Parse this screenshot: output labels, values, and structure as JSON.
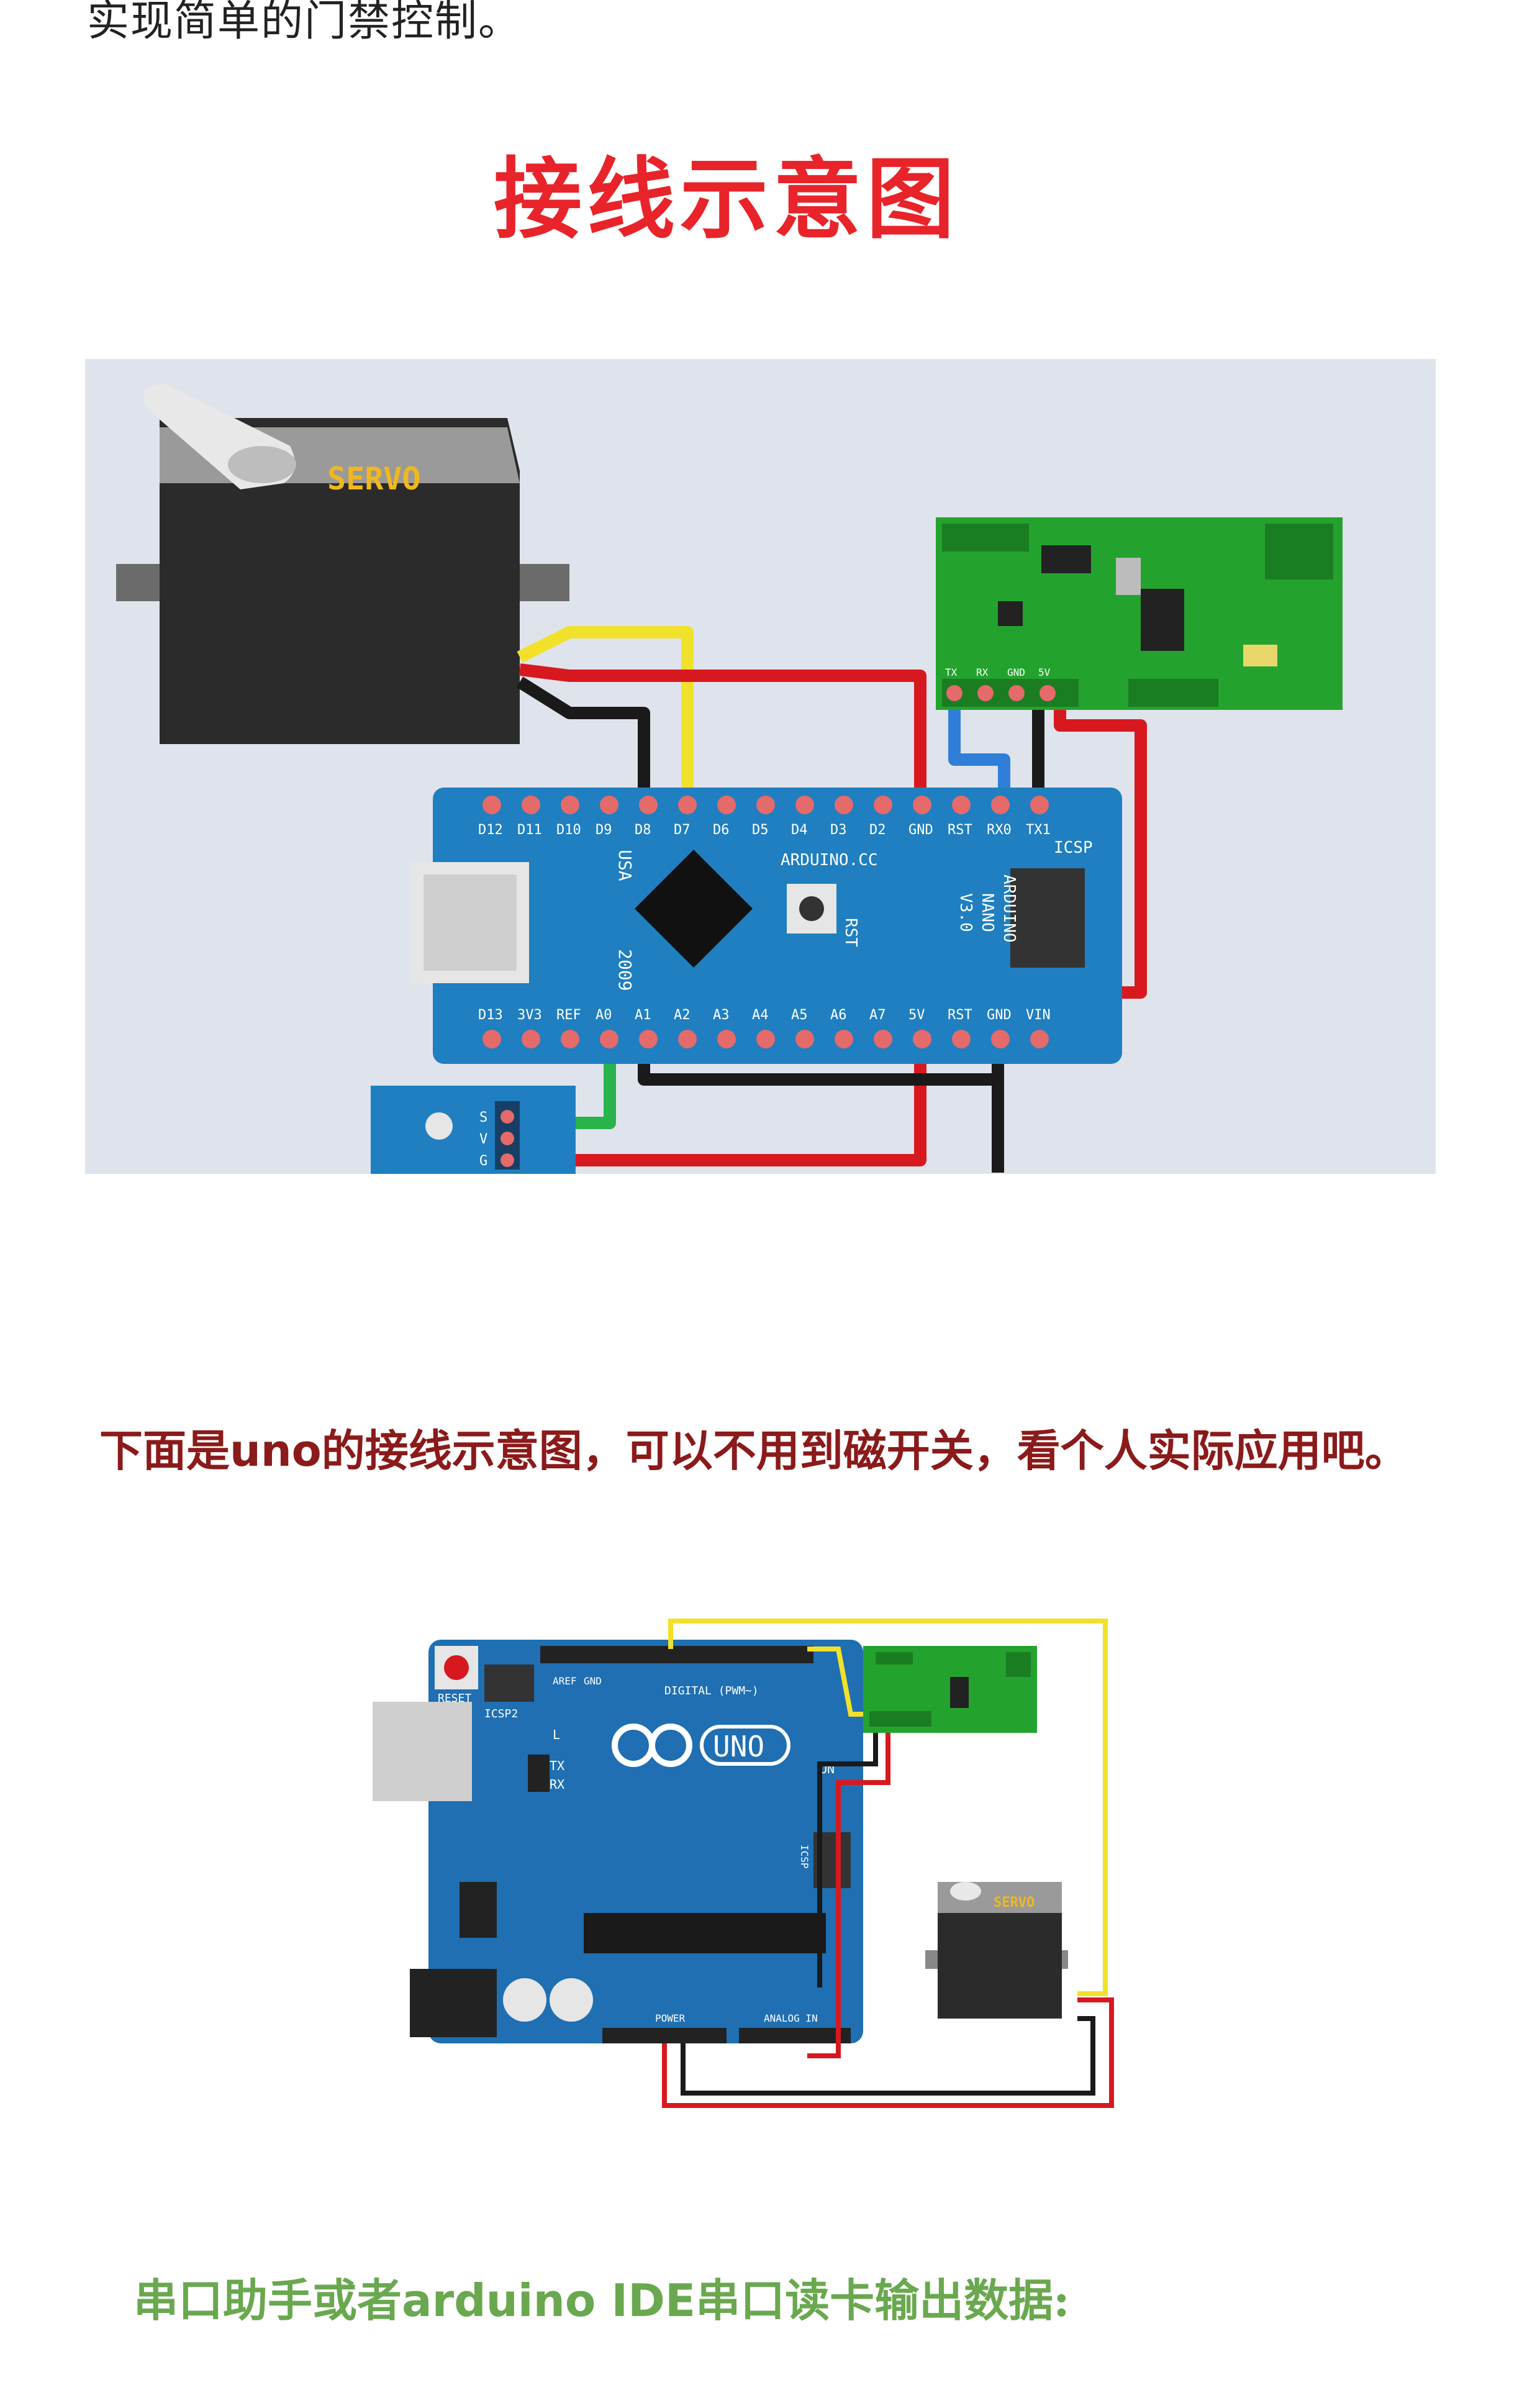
{
  "intro_text": "实现简单的门禁控制。",
  "title": "接线示意图",
  "figure1": {
    "servo_label": "SERVO",
    "board_name": "ARDUINO.CC",
    "board_model": [
      "ARDUINO",
      "NANO",
      "V3.0"
    ],
    "usa_label": "USA",
    "year_label": "2009",
    "rst_label": "RST",
    "icsp_label": "ICSP",
    "top_pins": [
      "D12",
      "D11",
      "D10",
      "D9",
      "D8",
      "D7",
      "D6",
      "D5",
      "D4",
      "D3",
      "D2",
      "GND",
      "RST",
      "RX0",
      "TX1"
    ],
    "bottom_pins": [
      "D13",
      "3V3",
      "REF",
      "A0",
      "A1",
      "A2",
      "A3",
      "A4",
      "A5",
      "A6",
      "A7",
      "5V",
      "RST",
      "GND",
      "VIN"
    ],
    "rfid_pins": [
      "TX",
      "RX",
      "GND",
      "5V"
    ],
    "sensor_pins": [
      "S",
      "V",
      "G"
    ],
    "colors": {
      "background": "#dfe3ec",
      "nano": "#1f7fc0",
      "rfid": "#23a32e",
      "wire_red": "#d7191f",
      "wire_yellow": "#f2e12a",
      "wire_black": "#1a1a1a",
      "wire_blue": "#2f7fd9",
      "wire_green": "#28b34b"
    }
  },
  "note_text": "下面是uno的接线示意图，可以不用到磁开关，看个人实际应用吧。",
  "figure2": {
    "board_label": "UNO",
    "reset_label": "RESET",
    "icsp2_label": "ICSP2",
    "digital_label": "DIGITAL (PWM~)",
    "power_label": "POWER",
    "analog_label": "ANALOG IN",
    "aref_label": "AREF",
    "gnd_label": "GND",
    "tx_label": "TX",
    "rx_label": "RX",
    "on_label": "ON",
    "l_label": "L",
    "icsp_label": "ICSP",
    "servo_label": "SERVO",
    "colors": {
      "uno": "#1f6fb2",
      "wire_yellow": "#f2e12a",
      "wire_red": "#d7191f",
      "wire_black": "#1a1a1a"
    }
  },
  "caption": {
    "prefix": "串口助手或者",
    "bold": "arduino IDE",
    "suffix": "串口读卡输出数据:"
  }
}
